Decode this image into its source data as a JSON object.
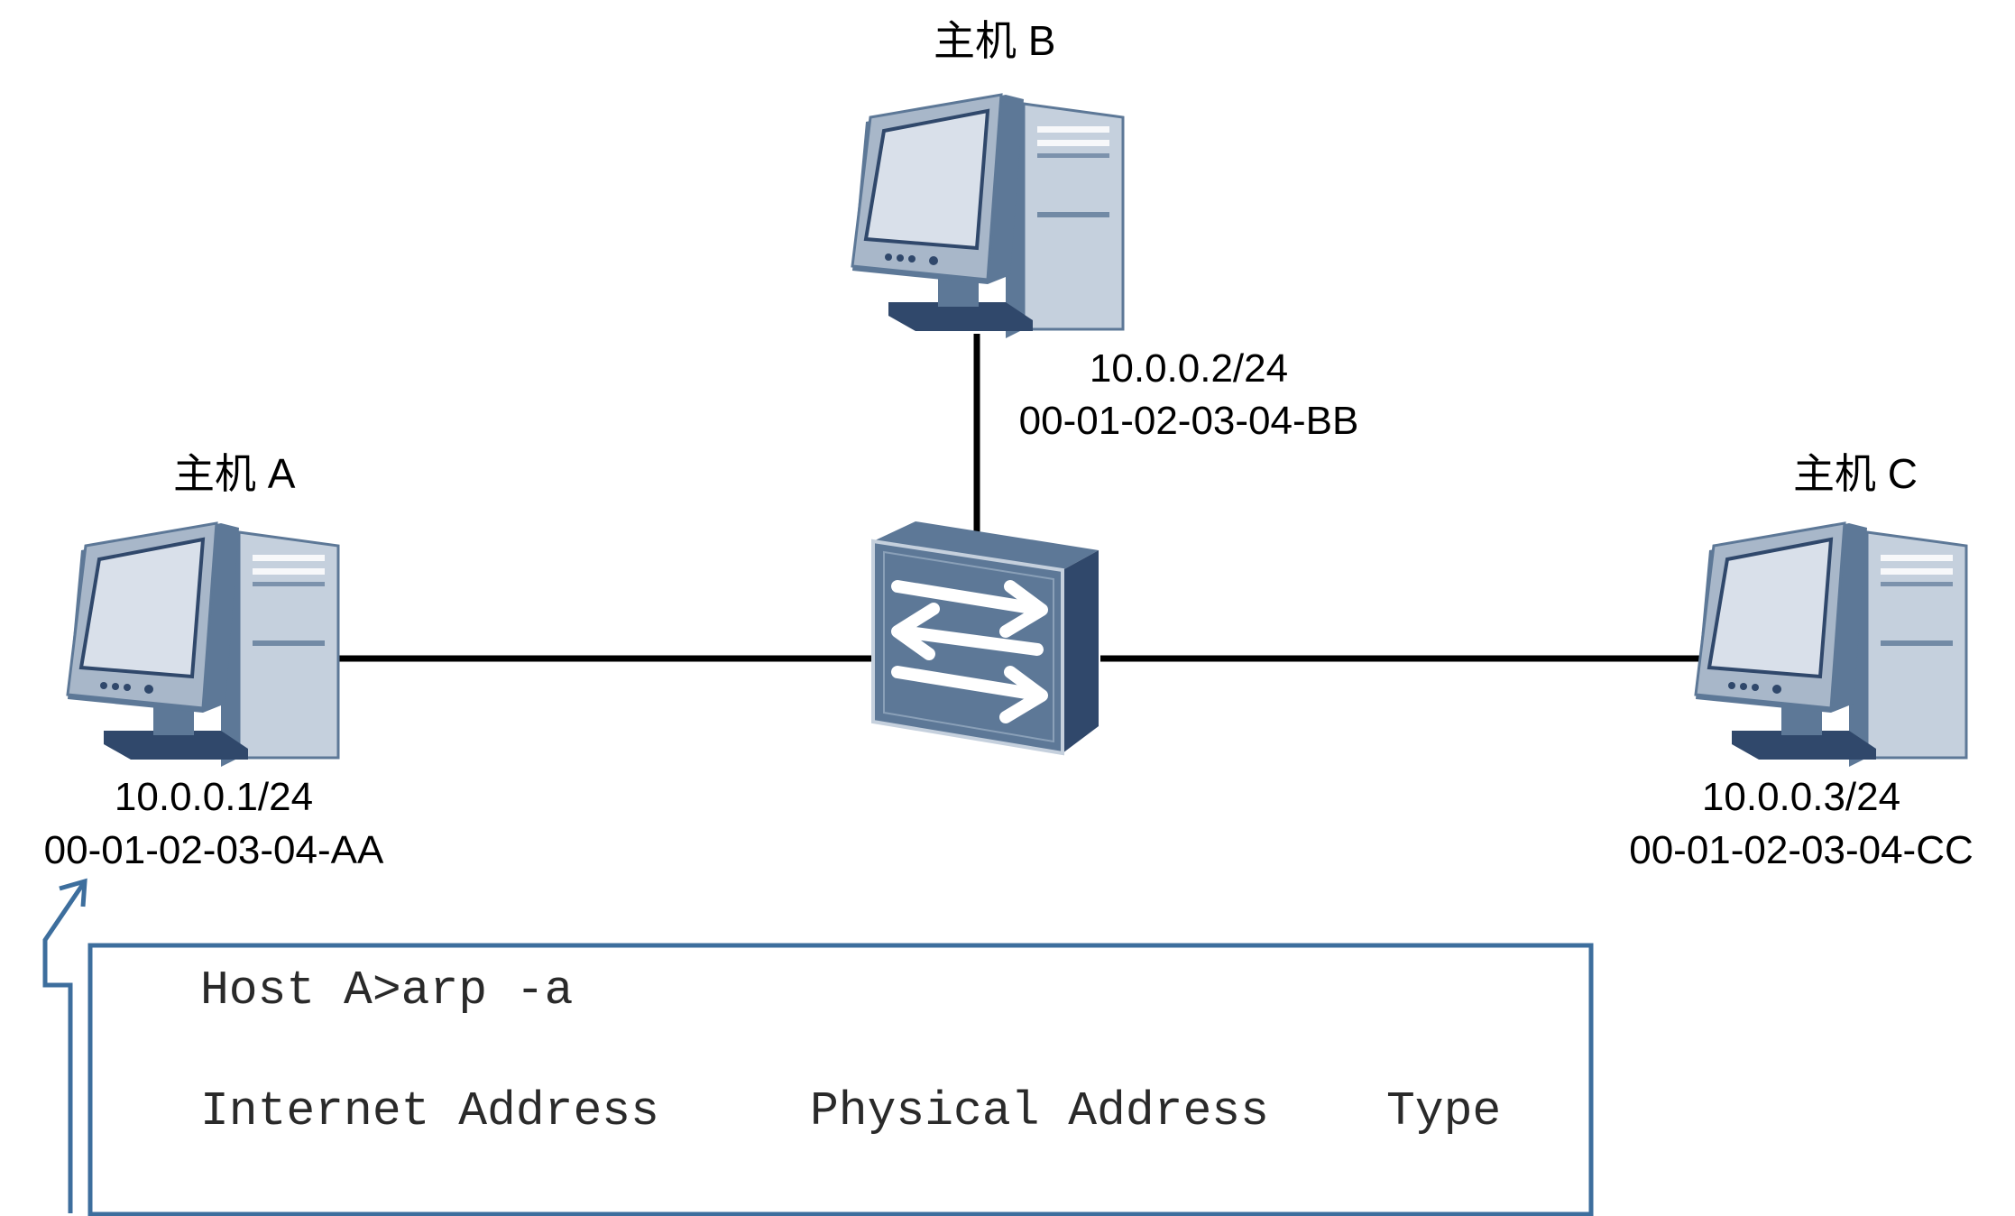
{
  "hosts": {
    "a": {
      "name": "主机 A",
      "ip": "10.0.0.1/24",
      "mac": "00-01-02-03-04-AA"
    },
    "b": {
      "name": "主机 B",
      "ip": "10.0.0.2/24",
      "mac": "00-01-02-03-04-BB"
    },
    "c": {
      "name": "主机 C",
      "ip": "10.0.0.3/24",
      "mac": "00-01-02-03-04-CC"
    }
  },
  "terminal": {
    "command": "Host A>arp -a",
    "columns": [
      "Internet Address",
      "Physical Address",
      "Type"
    ]
  },
  "colors": {
    "device_dark": "#30486b",
    "device_mid": "#5d7897",
    "device_light": "#c5d0dd",
    "screen": "#d9e0ea",
    "link": "#000000",
    "terminal_border": "#3d6e9d"
  }
}
